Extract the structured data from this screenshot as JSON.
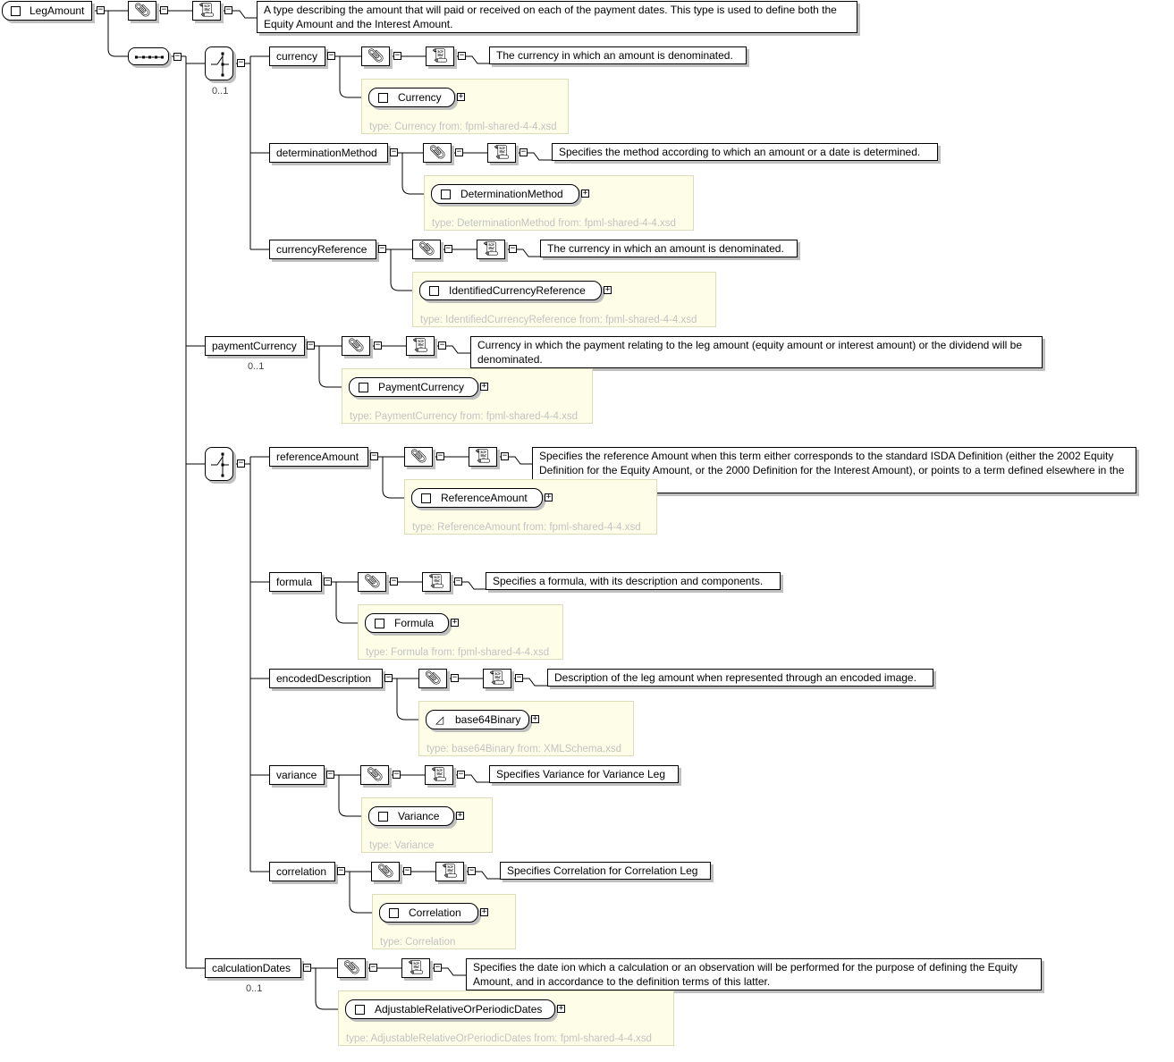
{
  "root": {
    "name": "LegAmount",
    "doc": "A type describing the amount that will paid or received on each of the payment dates. This type is used to define both the Equity Amount and the Interest Amount."
  },
  "icons": {
    "annotation": "paperclip-icon",
    "documentation": "scroll-icon",
    "sequence": "sequence-icon",
    "choice": "choice-icon"
  },
  "choice1": {
    "occurs": "0..1"
  },
  "elements": [
    {
      "name": "currency",
      "occurs": "",
      "doc": "The currency in which an amount is denominated.",
      "type_name": "Currency",
      "type_info": "type: Currency from: fpml-shared-4-4.xsd",
      "simple": false
    },
    {
      "name": "determinationMethod",
      "occurs": "",
      "doc": "Specifies the method according to which an amount or a date is determined.",
      "type_name": "DeterminationMethod",
      "type_info": "type: DeterminationMethod from: fpml-shared-4-4.xsd",
      "simple": false
    },
    {
      "name": "currencyReference",
      "occurs": "",
      "doc": "The currency in which an amount is denominated.",
      "type_name": "IdentifiedCurrencyReference",
      "type_info": "type: IdentifiedCurrencyReference from: fpml-shared-4-4.xsd",
      "simple": false
    },
    {
      "name": "paymentCurrency",
      "occurs": "0..1",
      "doc": "Currency in which the payment relating to the leg amount (equity amount or interest amount) or the dividend will be denominated.",
      "type_name": "PaymentCurrency",
      "type_info": "type: PaymentCurrency from: fpml-shared-4-4.xsd",
      "simple": false
    },
    {
      "name": "referenceAmount",
      "occurs": "",
      "doc": "Specifies the reference Amount when this term either corresponds to the standard ISDA Definition (either the 2002 Equity Definition for the Equity Amount, or the 2000 Definition for the Interest Amount), or points to a term defined elsewhere in the swap document.",
      "type_name": "ReferenceAmount",
      "type_info": "type: ReferenceAmount from: fpml-shared-4-4.xsd",
      "simple": false
    },
    {
      "name": "formula",
      "occurs": "",
      "doc": "Specifies a formula, with its description and components.",
      "type_name": "Formula",
      "type_info": "type: Formula from: fpml-shared-4-4.xsd",
      "simple": false
    },
    {
      "name": "encodedDescription",
      "occurs": "",
      "doc": "Description of the leg amount when represented through an encoded image.",
      "type_name": "base64Binary",
      "type_info": "type: base64Binary from: XMLSchema.xsd",
      "simple": true
    },
    {
      "name": "variance",
      "occurs": "",
      "doc": "Specifies Variance for Variance Leg",
      "type_name": "Variance",
      "type_info": "type: Variance",
      "simple": false
    },
    {
      "name": "correlation",
      "occurs": "",
      "doc": "Specifies Correlation for Correlation Leg",
      "type_name": "Correlation",
      "type_info": "type: Correlation",
      "simple": false
    },
    {
      "name": "calculationDates",
      "occurs": "0..1",
      "doc": "Specifies the date ion which a calculation or an observation will be performed for the purpose of defining the Equity Amount, and in accordance to the definition terms of this latter.",
      "type_name": "AdjustableRelativeOrPeriodicDates",
      "type_info": "type: AdjustableRelativeOrPeriodicDates from: fpml-shared-4-4.xsd",
      "simple": false
    }
  ]
}
